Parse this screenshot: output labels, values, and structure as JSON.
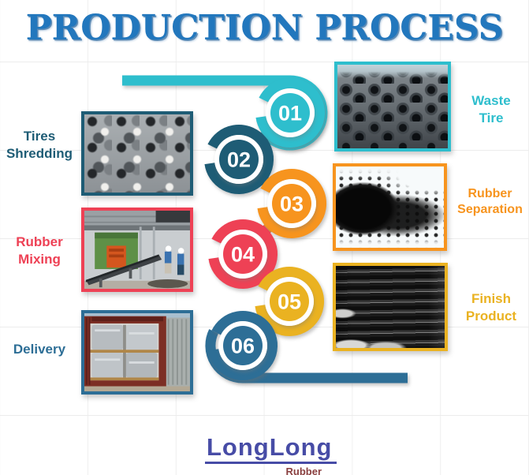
{
  "title": {
    "text": "PRODUCTION PROCESS",
    "color": "#2277BD"
  },
  "steps": [
    {
      "num": "01",
      "label": "Waste Tire",
      "color": "#2EBECD",
      "photo_alt": "pile of waste tires"
    },
    {
      "num": "02",
      "label": "Tires Shredding",
      "color": "#1E5C75",
      "photo_alt": "shredded tire pieces"
    },
    {
      "num": "03",
      "label": "Rubber Separation",
      "color": "#F7941E",
      "photo_alt": "black rubber powder and crumb"
    },
    {
      "num": "04",
      "label": "Rubber Mixing",
      "color": "#EE4155",
      "photo_alt": "rubber mixing machine with workers"
    },
    {
      "num": "05",
      "label": "Finish Product",
      "color": "#EAB221",
      "photo_alt": "stacked rubber sheets"
    },
    {
      "num": "06",
      "label": "Delivery",
      "color": "#2D6E96",
      "photo_alt": "loaded shipping container"
    }
  ],
  "logo": {
    "name": "LongLong",
    "sub": "Rubber",
    "color": "#474CA6",
    "sub_color": "#8A4040"
  }
}
